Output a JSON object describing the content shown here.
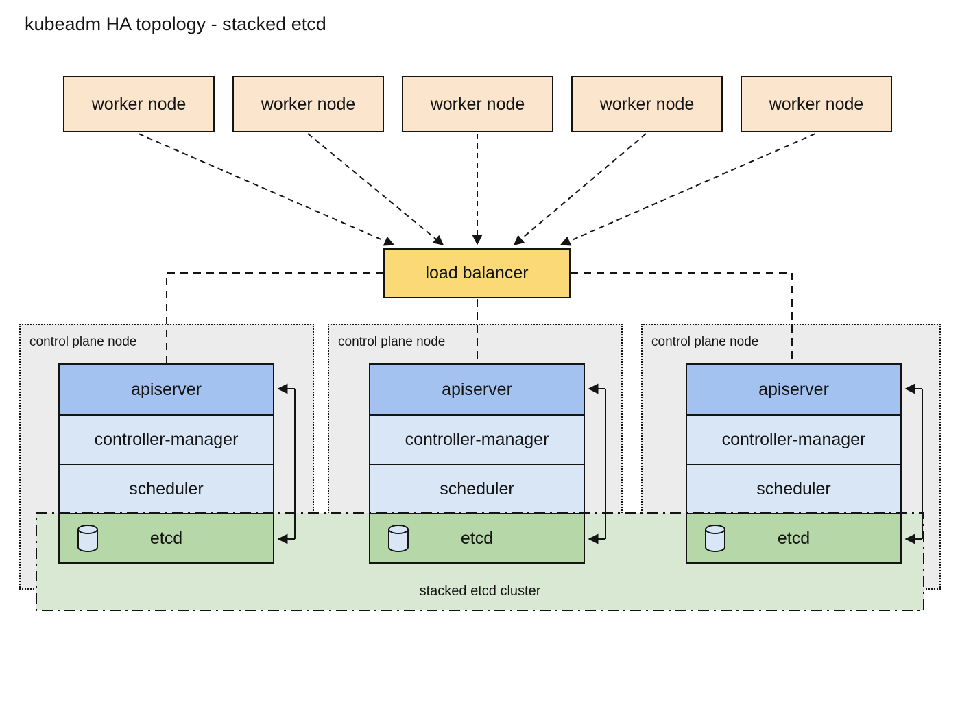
{
  "title": "kubeadm HA topology - stacked etcd",
  "worker_nodes": [
    {
      "label": "worker node"
    },
    {
      "label": "worker node"
    },
    {
      "label": "worker node"
    },
    {
      "label": "worker node"
    },
    {
      "label": "worker node"
    }
  ],
  "load_balancer": {
    "label": "load balancer"
  },
  "control_plane_nodes": [
    {
      "label": "control plane node",
      "components": [
        "apiserver",
        "controller-manager",
        "scheduler",
        "etcd"
      ]
    },
    {
      "label": "control plane node",
      "components": [
        "apiserver",
        "controller-manager",
        "scheduler",
        "etcd"
      ]
    },
    {
      "label": "control plane node",
      "components": [
        "apiserver",
        "controller-manager",
        "scheduler",
        "etcd"
      ]
    }
  ],
  "stacked_etcd_cluster": {
    "label": "stacked etcd cluster"
  },
  "icons": {
    "etcd": "database-cylinder-icon"
  },
  "colors": {
    "background": "#ffffff",
    "ink": "#141414",
    "worker_node_fill": "#fbe5cd",
    "load_balancer_fill": "#fbd977",
    "apiserver_fill": "#a4c2f0",
    "component_fill": "#d8e6f6",
    "etcd_fill": "#b6d7a8",
    "etcd_cluster_fill": "#d9e8d2",
    "control_plane_fill": "#ececec"
  }
}
